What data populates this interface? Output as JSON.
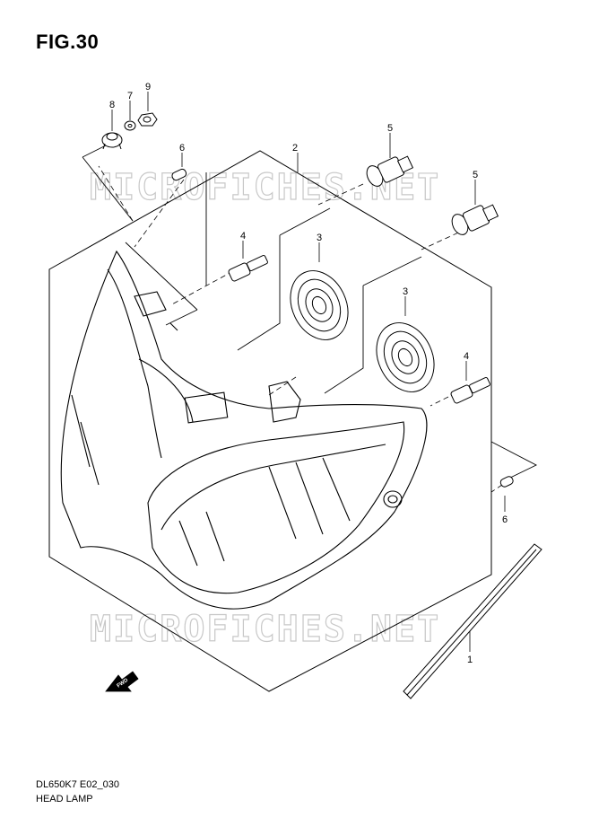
{
  "figure": {
    "title": "FIG.30"
  },
  "watermark": {
    "text": "MICROFICHES.NET"
  },
  "fwd_arrow": {
    "label": "FWD"
  },
  "callouts": {
    "c1": "1",
    "c2": "2",
    "c3a": "3",
    "c3b": "3",
    "c4a": "4",
    "c4b": "4",
    "c5a": "5",
    "c5b": "5",
    "c6a": "6",
    "c6b": "6",
    "c7": "7",
    "c8": "8",
    "c9": "9"
  },
  "footer": {
    "code": "DL650K7 E02_030",
    "name": "HEAD LAMP"
  },
  "colors": {
    "line": "#000000",
    "watermark": "#c8c8c8"
  }
}
